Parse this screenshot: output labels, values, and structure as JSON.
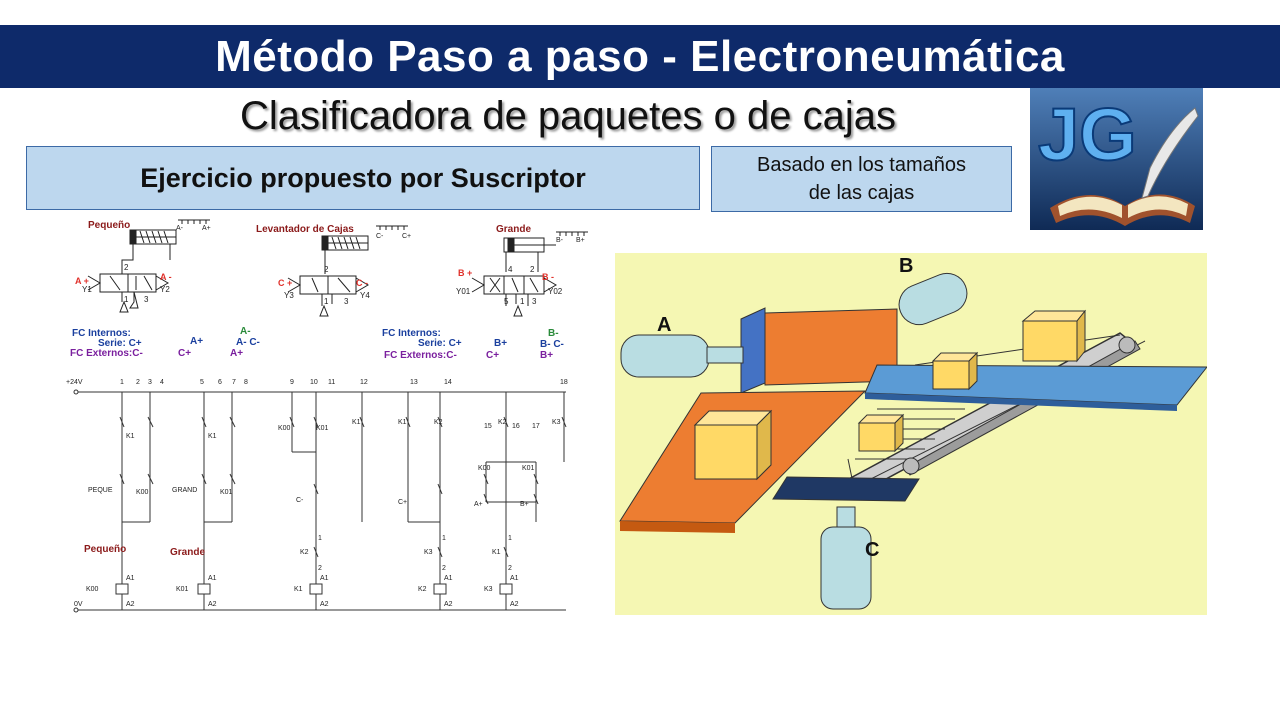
{
  "header": {
    "title": "Método Paso a paso - Electroneumática",
    "subtitle": "Clasificadora de paquetes o de cajas"
  },
  "boxes": {
    "exercise": "Ejercicio propuesto por Suscriptor",
    "based_line1": "Basado en los tamaños",
    "based_line2": "de las cajas"
  },
  "logo": {
    "text": "JG"
  },
  "colors": {
    "banner": "#0e2a6a",
    "box_fill": "#bdd7ee",
    "panel": "#f5f7b3",
    "cyl": "#b9dde2",
    "orange": "#ed7d31",
    "blue": "#5b9bd5",
    "box_yellow": "#ffd966"
  },
  "pneumatic": {
    "cyl1": {
      "name": "Pequeño",
      "valve_left": "A +",
      "valve_right": "A -",
      "sol_left": "Y1",
      "sol_right": "Y2",
      "sensor_left": "A-",
      "sensor_right": "A+"
    },
    "cyl2": {
      "name": "Levantador de Cajas",
      "valve_left": "C +",
      "valve_right": "C -",
      "sol_left": "Y3",
      "sol_right": "Y4",
      "sensor_left": "C-",
      "sensor_right": "C+"
    },
    "cyl3": {
      "name": "Grande",
      "valve_left": "B +",
      "valve_right": "B -",
      "sol_left": "Y01",
      "sol_right": "Y02",
      "sensor_left": "B-",
      "sensor_right": "B+"
    },
    "ports": {
      "p1": "1",
      "p2": "2",
      "p3": "3",
      "p4": "4",
      "p5": "5"
    }
  },
  "fc_left": {
    "internos": "FC Internos:",
    "serie": "Serie: C+",
    "externos": "FC Externos:C-",
    "seq_a1": "A+",
    "seq_b1": "A-",
    "seq_b2": "A-  C-",
    "seq_c1": "C+",
    "seq_c2": "A+"
  },
  "fc_right": {
    "internos": "FC Internos:",
    "serie": "Serie: C+",
    "externos": "FC Externos:C-",
    "seq_a1": "B+",
    "seq_b1": "B-",
    "seq_b2": "B-  C-",
    "seq_c1": "C+",
    "seq_c2": "B+"
  },
  "ladder": {
    "supply": "+24V",
    "ground": "0V",
    "rungs": [
      "1",
      "2",
      "3",
      "4",
      "5",
      "6",
      "7",
      "8",
      "9",
      "10",
      "11",
      "12",
      "13",
      "14",
      "15",
      "16",
      "17",
      "18"
    ],
    "contacts": {
      "k1": "K1",
      "k00": "K00",
      "k01": "K01",
      "k2": "K2",
      "k3": "K3",
      "cm": "C-",
      "cp": "C+",
      "ap": "A+",
      "bp": "B+"
    },
    "inputs": {
      "peque": "PEQUE",
      "grand": "GRAND"
    },
    "labels": {
      "pequeno": "Pequeño",
      "grande": "Grande"
    },
    "coils": {
      "k00": "K00",
      "k01": "K01",
      "k1": "K1",
      "k2": "K2",
      "k3": "K3"
    },
    "terms": {
      "a1": "A1",
      "a2": "A2",
      "n1": "1",
      "n2": "2"
    }
  },
  "machine": {
    "label_a": "A",
    "label_b": "B",
    "label_c": "C"
  }
}
